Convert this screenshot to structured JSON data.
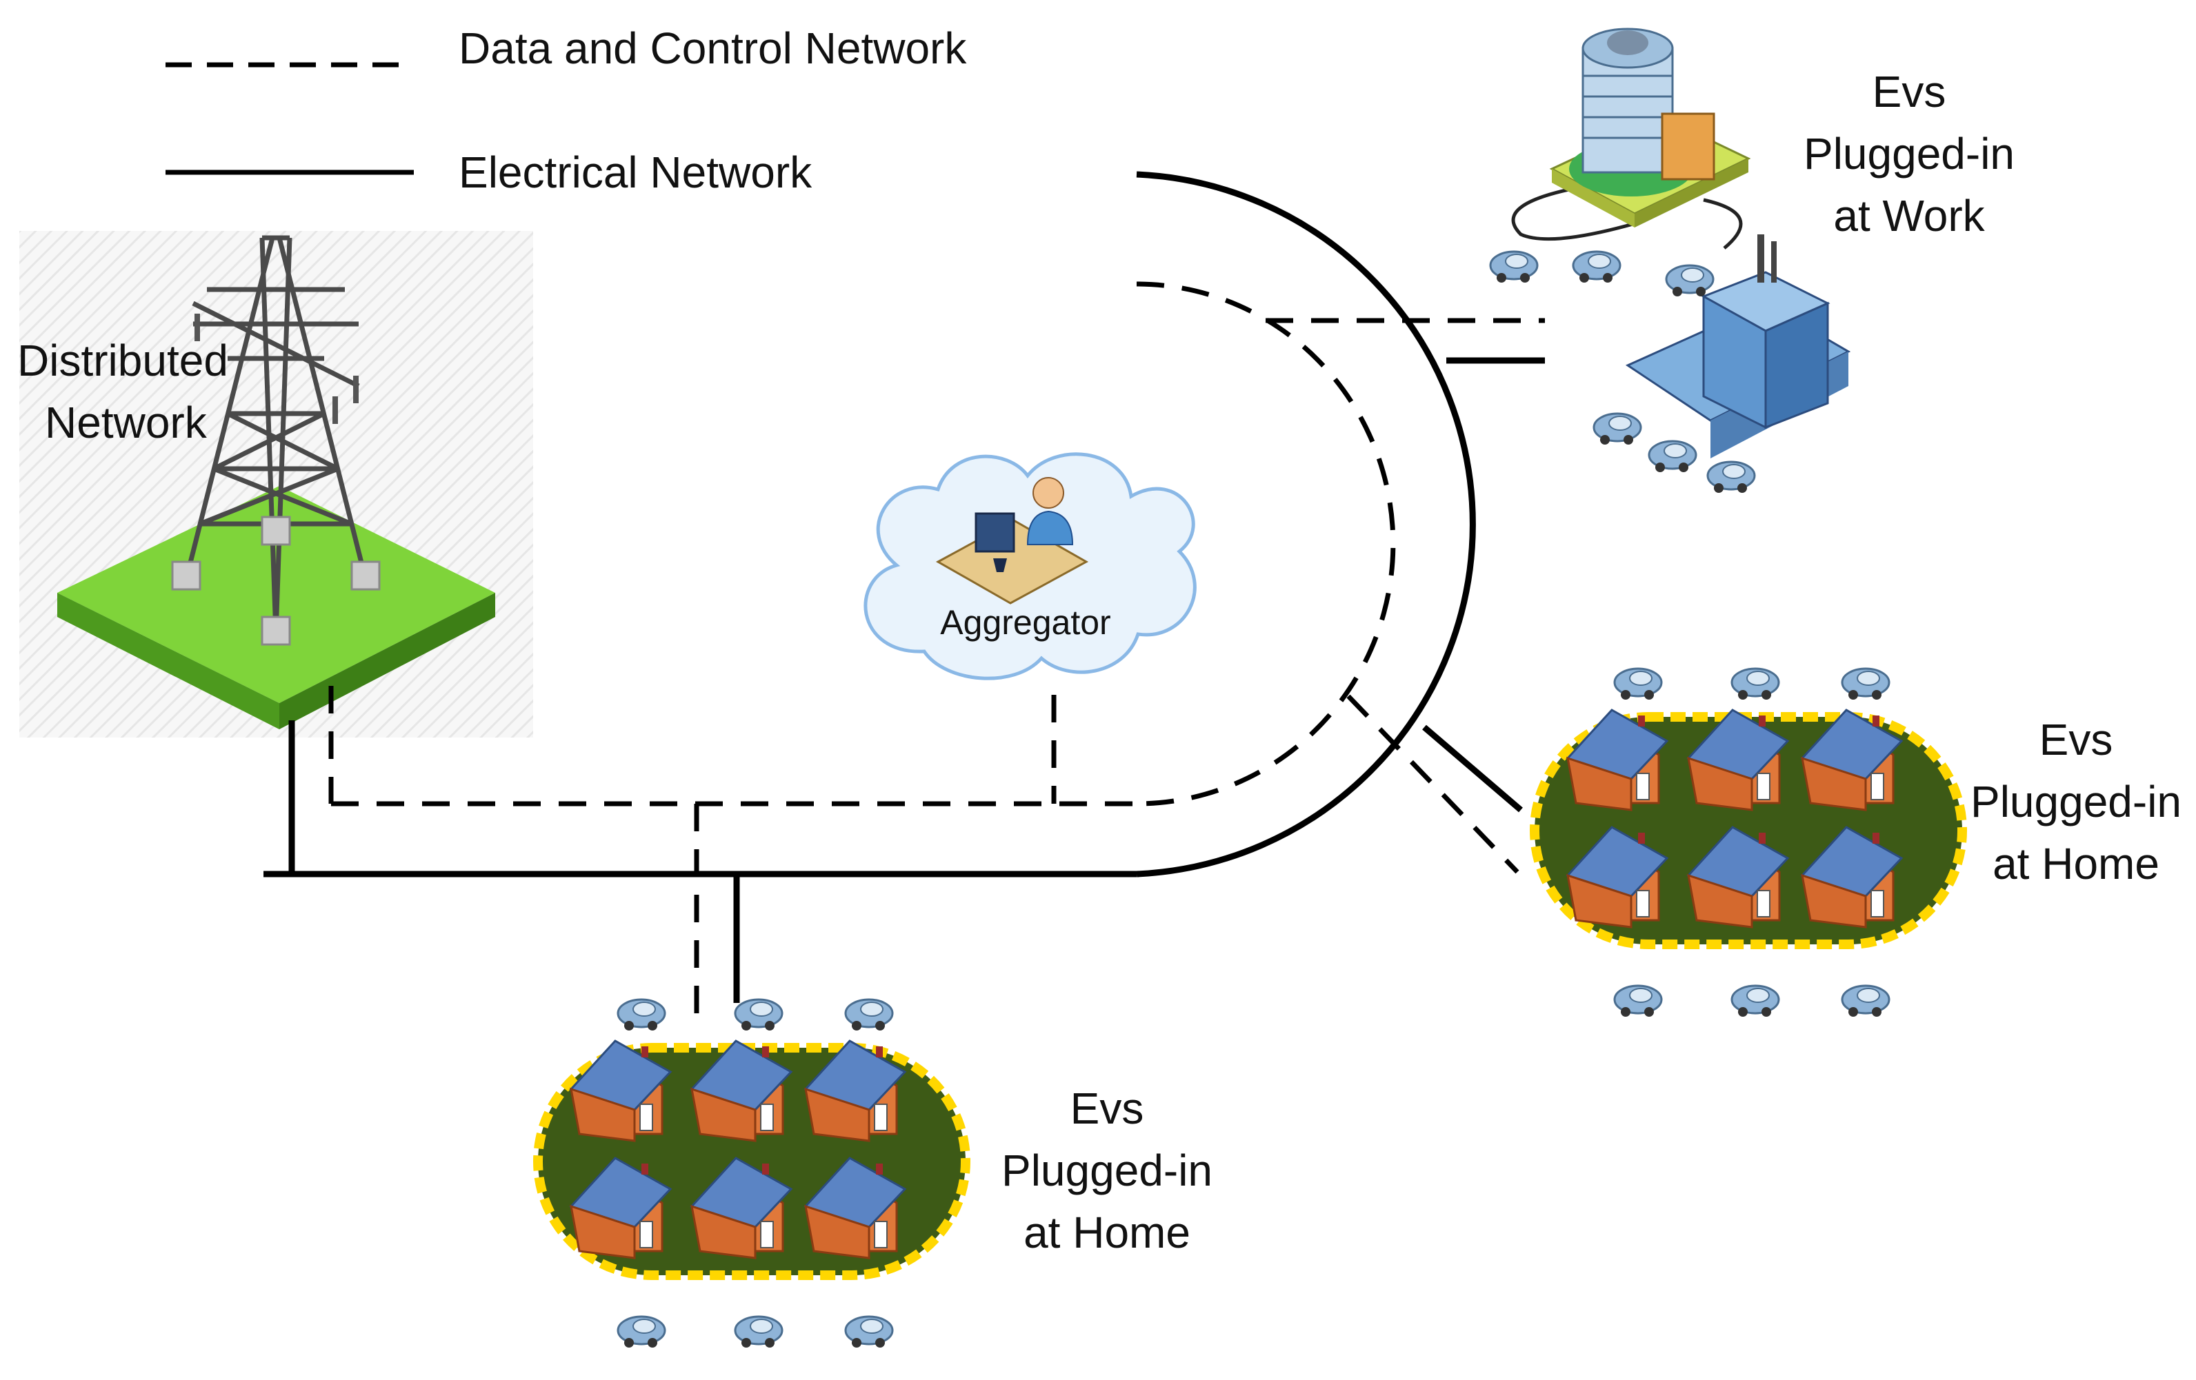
{
  "legend": {
    "data_control": "Data and Control Network",
    "electrical": "Electrical Network"
  },
  "labels": {
    "distributed_line1": "Distributed",
    "distributed_line2": "Network",
    "aggregator": "Aggregator",
    "work_line1": "Evs",
    "work_line2": "Plugged-in",
    "work_line3": "at Work",
    "home_right_line1": "Evs",
    "home_right_line2": "Plugged-in",
    "home_right_line3": "at Home",
    "home_bottom_line1": "Evs",
    "home_bottom_line2": "Plugged-in",
    "home_bottom_line3": "at Home"
  },
  "colors": {
    "grass": "#6fc02a",
    "community_fill": "#3d5a16",
    "community_border": "#ffd700",
    "house_wall": "#e0783a",
    "house_roof": "#5b84c4",
    "car": "#8fb4d8",
    "cloud": "#e9f3fc",
    "line": "#000000"
  }
}
